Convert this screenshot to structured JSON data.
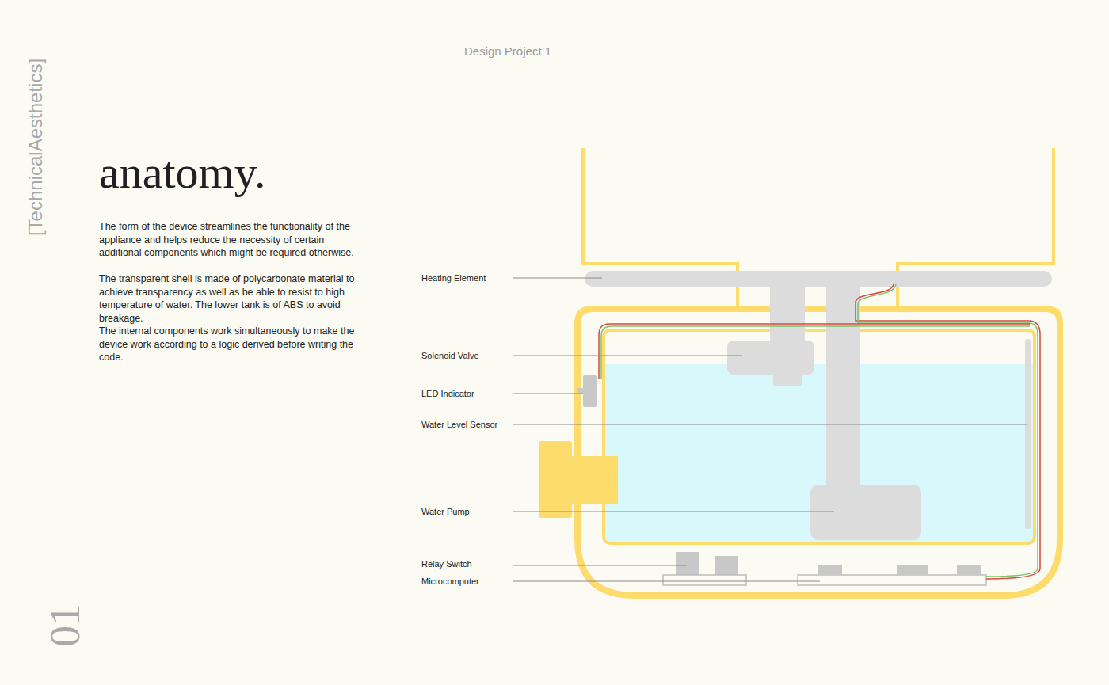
{
  "diagram": {
    "title": "anatomy.",
    "labels": [
      "[TechnicalAesthetics]",
      "Design Project 1",
      "01",
      "The form of the device streamlines the functionality of the appliance and helps reduce the necessity of certain additional components which might be required otherwise.",
      "The transparent shell is made of polycarbonate material to achieve transparency as well as be able to resist to high temperature of water. The lower tank is of ABS to avoid breakage.",
      "The internal components work simultaneously to make the device work according to a logic derived before writing the code.",
      "Heating Element",
      "Solenoid Valve",
      "LED Indicator",
      "Water Level Sensor",
      "Water Pump",
      "Relay Switch",
      "Microcomputer"
    ]
  }
}
